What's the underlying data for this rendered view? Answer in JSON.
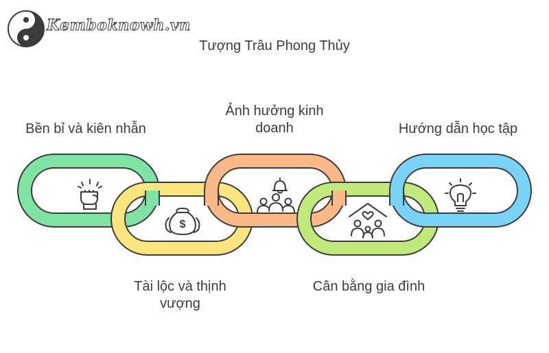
{
  "brand": {
    "logo_text": "Kemboknowh.vn"
  },
  "diagram": {
    "title": "Tượng Trâu Phong Thủy",
    "links": [
      {
        "label_lines": [
          "Bền bỉ và kiên nhẫn"
        ],
        "color": "#7fe3a4",
        "icon": "fist-icon"
      },
      {
        "label_lines": [
          "Tài lộc và thịnh",
          "vượng"
        ],
        "color": "#fde57d",
        "icon": "money-bags-icon"
      },
      {
        "label_lines": [
          "Ảnh hưởng kinh",
          "doanh"
        ],
        "color": "#fdb887",
        "icon": "team-bell-icon"
      },
      {
        "label_lines": [
          "Cân bằng gia đình"
        ],
        "color": "#bfe97a",
        "icon": "family-home-icon"
      },
      {
        "label_lines": [
          "Hướng dẫn học tập"
        ],
        "color": "#79d3f7",
        "icon": "lightbulb-icon"
      }
    ]
  }
}
